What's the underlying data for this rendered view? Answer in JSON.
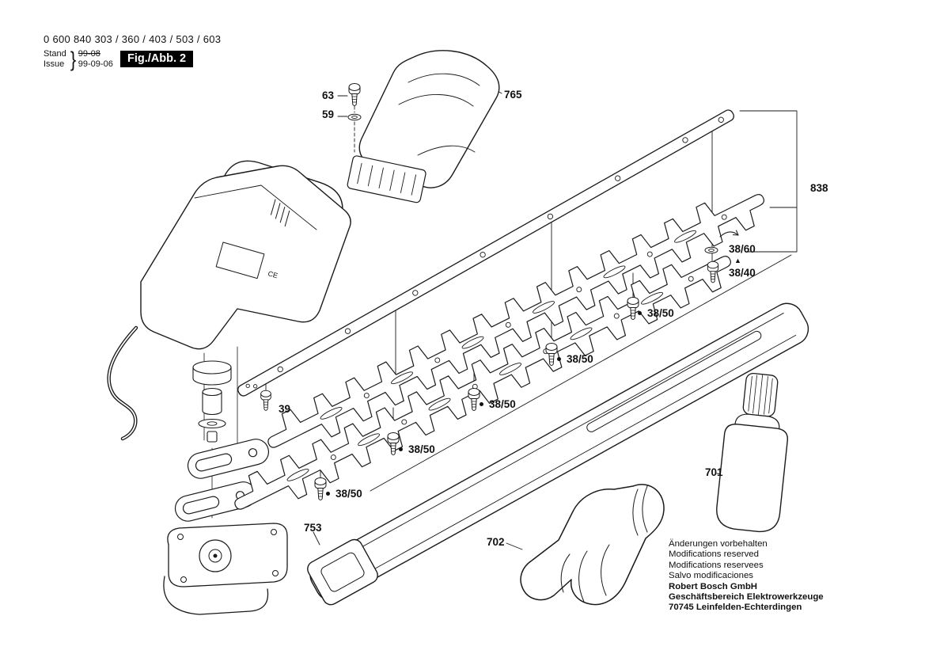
{
  "colors": {
    "ink": "#1a1a1a",
    "paper": "#ffffff"
  },
  "header": {
    "type_numbers": "0 600 840 303 / 360 / 403 / 503 / 603",
    "revision": {
      "stand_label": "Stand",
      "issue_label": "Issue",
      "brace": "}",
      "stand_value": "99-08",
      "issue_value": "99-09-06"
    },
    "figure_label": "Fig./Abb. 2"
  },
  "callouts": [
    {
      "id": "63"
    },
    {
      "id": "59"
    },
    {
      "id": "765"
    },
    {
      "id": "838"
    },
    {
      "id": "38/60"
    },
    {
      "id": "38/40"
    },
    {
      "id": "38/50"
    },
    {
      "id": "38/50"
    },
    {
      "id": "38/50"
    },
    {
      "id": "38/50"
    },
    {
      "id": "38/50"
    },
    {
      "id": "39"
    },
    {
      "id": "753"
    },
    {
      "id": "702"
    },
    {
      "id": "701"
    }
  ],
  "markers": {
    "triangle": "▲"
  },
  "product_marks": {
    "ce": "CE"
  },
  "footer": {
    "notice_lines": [
      "Änderungen vorbehalten",
      "Modifications reserved",
      "Modifications reservees",
      "Salvo modificaciones"
    ],
    "company_lines": [
      "Robert Bosch GmbH",
      "Geschäftsbereich Elektrowerkzeuge",
      "70745 Leinfelden-Echterdingen"
    ]
  }
}
